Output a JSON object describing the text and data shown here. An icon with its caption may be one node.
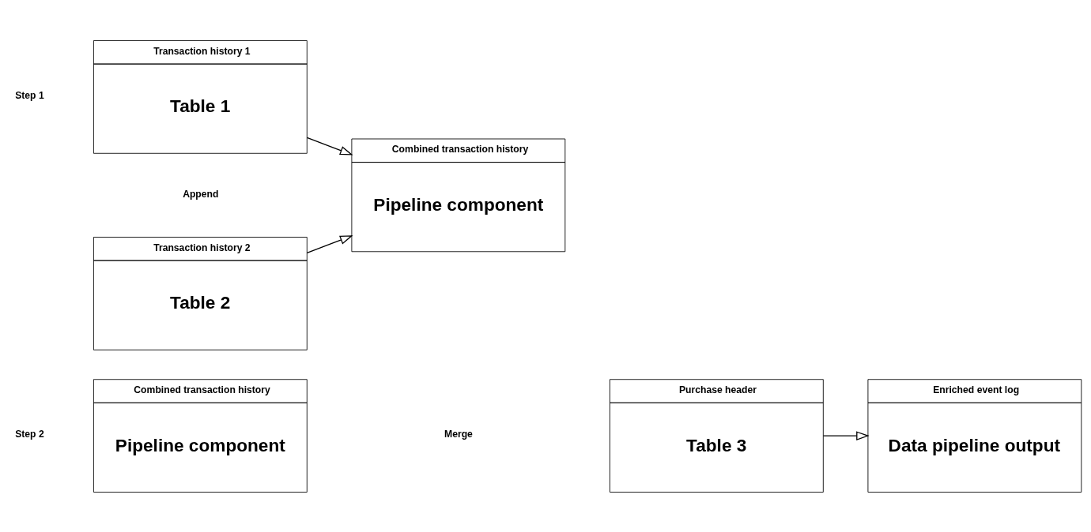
{
  "diagram": {
    "nodes": [
      {
        "text": [
          "Transaction history 1",
          "Table 1"
        ]
      },
      {
        "text": [
          "Transaction history 2",
          "Table 2"
        ]
      },
      {
        "text": [
          "Combined transaction history",
          "Pipeline component"
        ]
      },
      {
        "text": [
          "Combined transaction history",
          "Pipeline component"
        ]
      },
      {
        "text": [
          "Purchase header",
          "Table 3"
        ]
      },
      {
        "text": [
          "Enriched event log",
          "Data pipeline output"
        ]
      }
    ],
    "edges": [
      {
        "from": 0,
        "to": 2,
        "arrow": "to"
      },
      {
        "from": 1,
        "to": 2,
        "arrow": "to"
      },
      {
        "from": 4,
        "to": 5,
        "arrow": "to"
      }
    ],
    "labels": [
      "Step 1",
      "Append",
      "Step 2",
      "Merge"
    ]
  }
}
